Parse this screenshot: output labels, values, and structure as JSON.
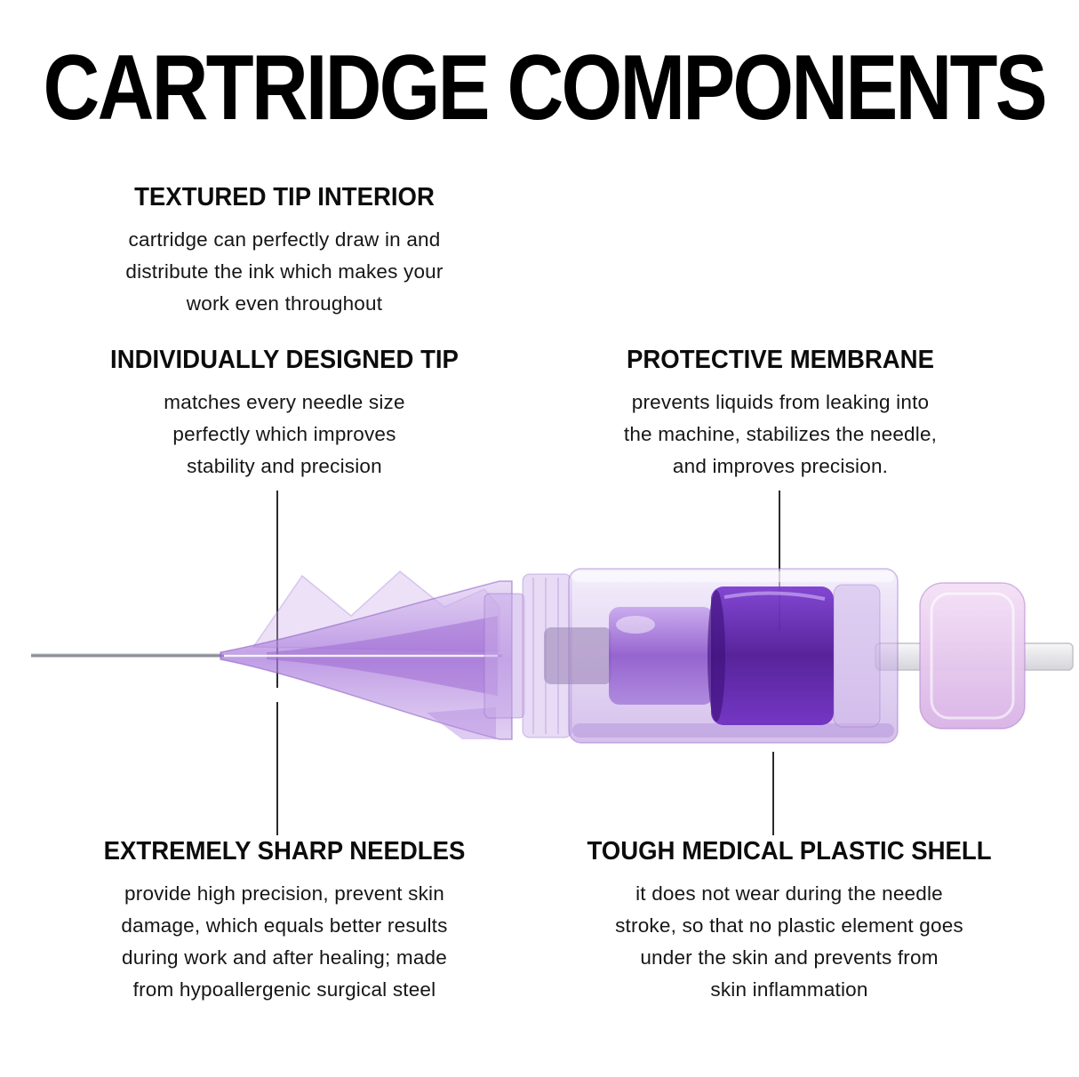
{
  "title": "CARTRIDGE COMPONENTS",
  "callouts": {
    "textured_tip": {
      "heading": "TEXTURED TIP INTERIOR",
      "body": "cartridge can perfectly draw in and\ndistribute the ink which makes your\nwork even throughout"
    },
    "designed_tip": {
      "heading": "INDIVIDUALLY DESIGNED TIP",
      "body": "matches every needle size\nperfectly which improves\nstability and precision"
    },
    "membrane": {
      "heading": "PROTECTIVE MEMBRANE",
      "body": "prevents liquids from leaking into\nthe machine, stabilizes the needle,\nand improves precision."
    },
    "needles": {
      "heading": "EXTREMELY SHARP NEEDLES",
      "body": "provide high precision, prevent skin\ndamage, which equals better results\nduring work and after healing; made\nfrom hypoallergenic surgical steel"
    },
    "shell": {
      "heading": "TOUGH MEDICAL PLASTIC SHELL",
      "body": "it does not wear during the needle\nstroke, so that no plastic element goes\nunder the skin and prevents from\nskin inflammation"
    }
  },
  "illustration": {
    "subject": "tattoo-needle-cartridge-side-view"
  },
  "theme": {
    "bg": "#ffffff",
    "text": "#111111",
    "line": "#2b2b2b",
    "purple-dark": "#5a1fae",
    "purple-mid": "#9a6fd6",
    "purple-light": "#d8c2ef",
    "cap-pink": "#e9cdef",
    "needle-gray": "#8b8f99"
  }
}
